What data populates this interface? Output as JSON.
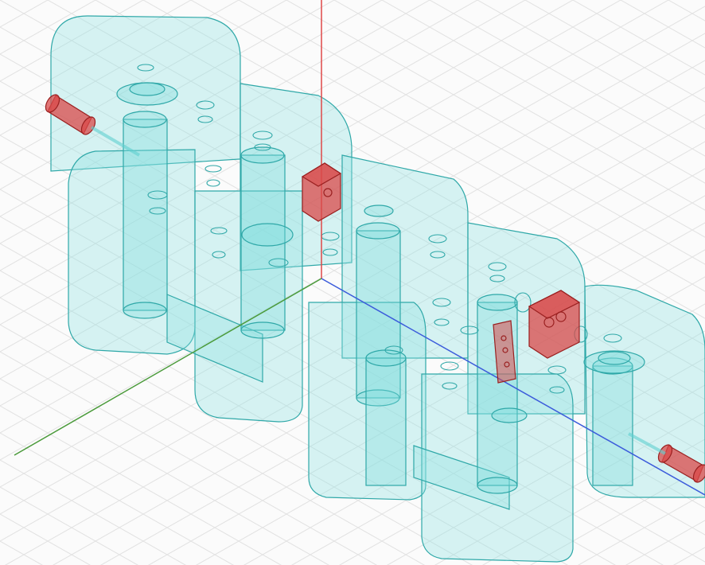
{
  "viewport": {
    "background": "#fbfbfb",
    "grid_color": "#e3e3e3"
  },
  "axes": [
    {
      "name": "x-axis",
      "color": "#3b5bdb"
    },
    {
      "name": "y-axis",
      "color": "#4a9a3a"
    },
    {
      "name": "z-axis",
      "color": "#e04848"
    }
  ],
  "model": {
    "body_fill": "#8fe3e3",
    "body_stroke": "#2fa8a8",
    "port_fill": "#d94a4a",
    "port_stroke": "#9a2020",
    "icons": [
      "cavity-block",
      "resonator-post",
      "tuning-screw",
      "coupling-iris",
      "coax-port",
      "lumped-port"
    ]
  }
}
